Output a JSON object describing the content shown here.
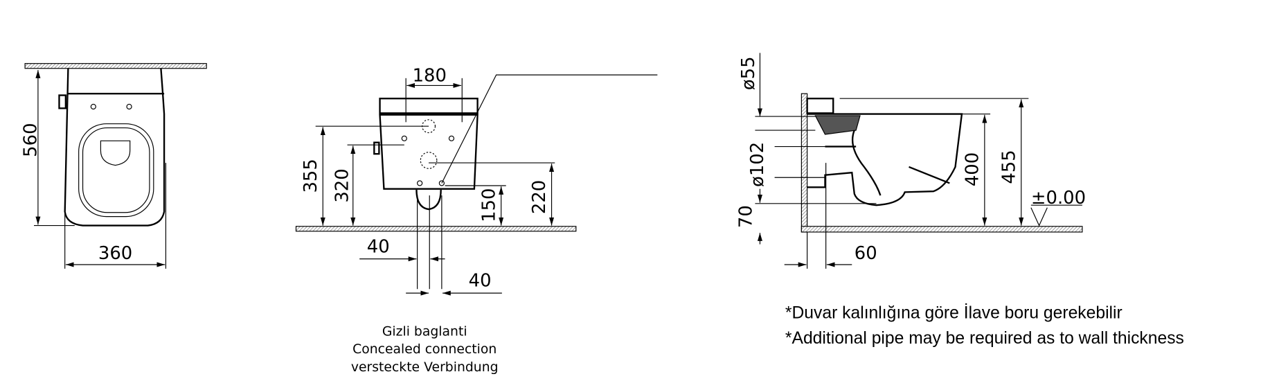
{
  "top_view": {
    "depth": "560",
    "width": "360"
  },
  "front_view": {
    "fixing_spacing": "180",
    "height_355": "355",
    "height_320": "320",
    "height_150": "150",
    "height_220": "220",
    "offset_left": "40",
    "offset_right": "40",
    "caption": [
      "Gizli  baglanti",
      "Concealed  connection",
      "versteckte  Verbindung"
    ]
  },
  "side_view": {
    "inlet_diameter": "ø55",
    "outlet_diameter": "ø102",
    "outlet_height": "70",
    "wall_offset": "60",
    "rim_height": "400",
    "total_height": "455",
    "floor_level": "±0.00"
  },
  "notes": [
    "*Duvar kalınlığına göre İlave boru gerekebilir",
    "*Additional pipe may be required as to wall thickness"
  ],
  "colors": {
    "line": "#000000",
    "hatch": "#888888"
  }
}
